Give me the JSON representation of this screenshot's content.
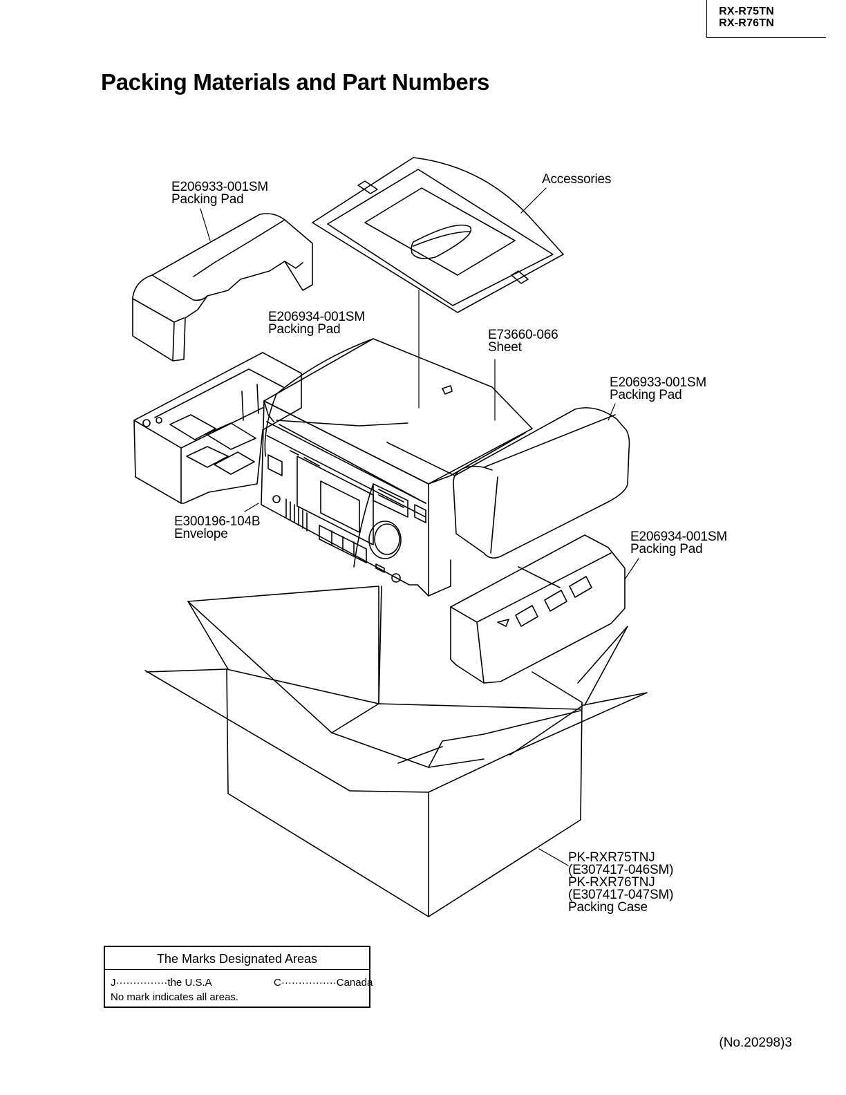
{
  "header": {
    "models": [
      "RX-R75TN",
      "RX-R76TN"
    ]
  },
  "title": "Packing Materials and Part Numbers",
  "labels": {
    "pad_top_left": {
      "part": "E206933-001SM",
      "name": "Packing Pad"
    },
    "accessories": {
      "name": "Accessories"
    },
    "pad_left": {
      "part": "E206934-001SM",
      "name": "Packing Pad"
    },
    "sheet": {
      "part": "E73660-066",
      "name": "Sheet"
    },
    "pad_right": {
      "part": "E206933-001SM",
      "name": "Packing Pad"
    },
    "envelope": {
      "part": "E300196-104B",
      "name": "Envelope"
    },
    "pad_bottom_right": {
      "part": "E206934-001SM",
      "name": "Packing Pad"
    },
    "case": {
      "lines": [
        "PK-RXR75TNJ",
        "(E307417-046SM)",
        "PK-RXR76TNJ",
        "(E307417-047SM)",
        "Packing Case"
      ]
    }
  },
  "legend": {
    "title": "The Marks Designated Areas",
    "left": "J···············the U.S.A",
    "right": "C················Canada",
    "note": "No mark indicates all areas."
  },
  "footer": "(No.20298)3"
}
